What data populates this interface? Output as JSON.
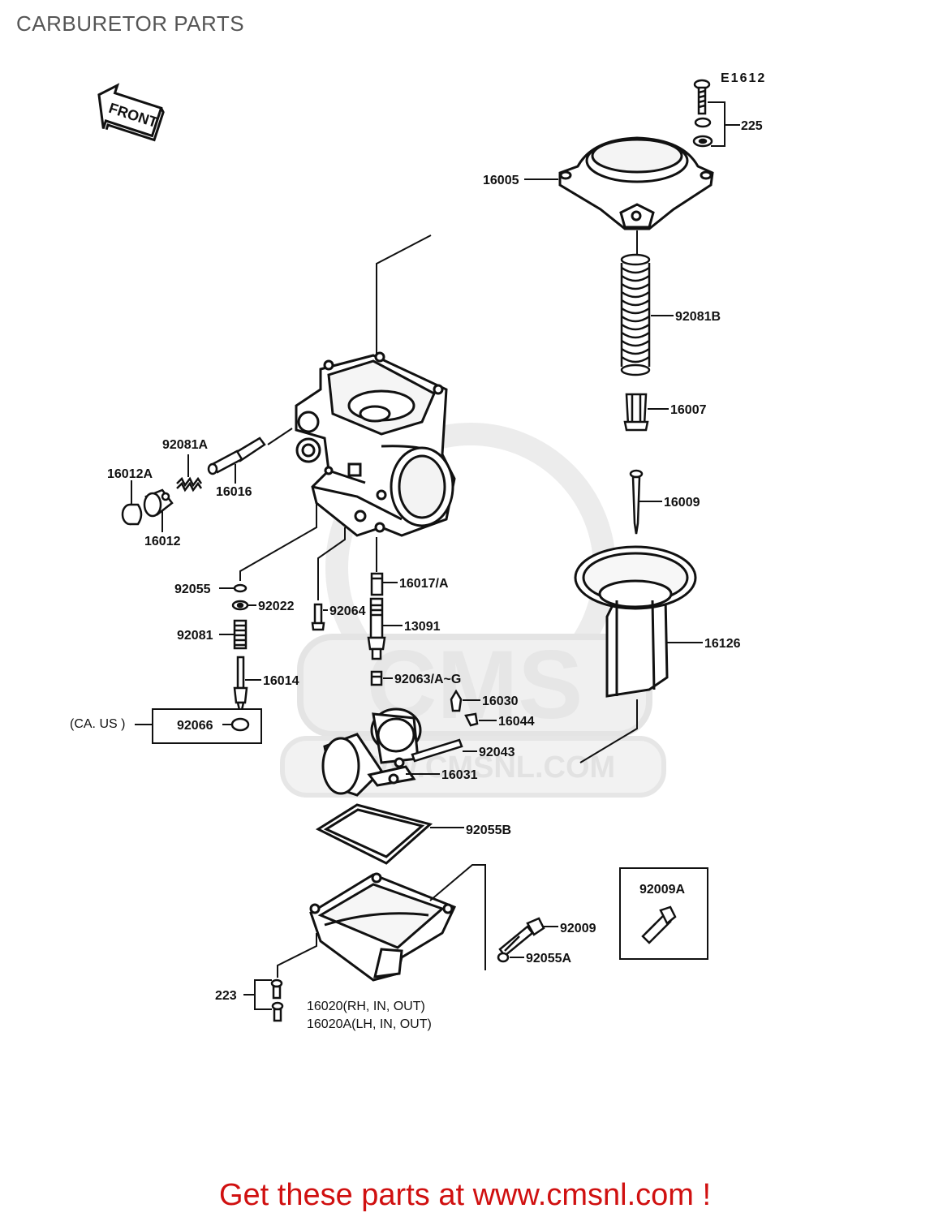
{
  "title": "CARBURETOR PARTS",
  "diagram_code": "E1612",
  "front_marker": "FRONT",
  "watermark": {
    "logo": "CMS",
    "url": "WWW.CMSNL.COM"
  },
  "labels": {
    "p225": "225",
    "p16005": "16005",
    "p92081B": "92081B",
    "p16007": "16007",
    "p16009": "16009",
    "p16126": "16126",
    "p92081A": "92081A",
    "p16012A": "16012A",
    "p16016": "16016",
    "p16012": "16012",
    "p92055": "92055",
    "p92022": "92022",
    "p92081": "92081",
    "p16014": "16014",
    "p92066": "92066",
    "ca_us": "(CA. US )",
    "p92064": "92064",
    "p16017A": "16017/A",
    "p13091": "13091",
    "p92063": "92063/A~G",
    "p16030": "16030",
    "p16044": "16044",
    "p92043": "92043",
    "p16031": "16031",
    "p92055B": "92055B",
    "p92009A": "92009A",
    "p92009": "92009",
    "p92055A": "92055A",
    "p223": "223",
    "p16020": "16020(RH, IN, OUT)",
    "p16020A": "16020A(LH, IN, OUT)"
  },
  "cta": "Get these parts at www.cmsnl.com !",
  "colors": {
    "ink": "#111111",
    "title": "#555555",
    "cta": "#d01010",
    "watermark": "#ebebeb"
  }
}
